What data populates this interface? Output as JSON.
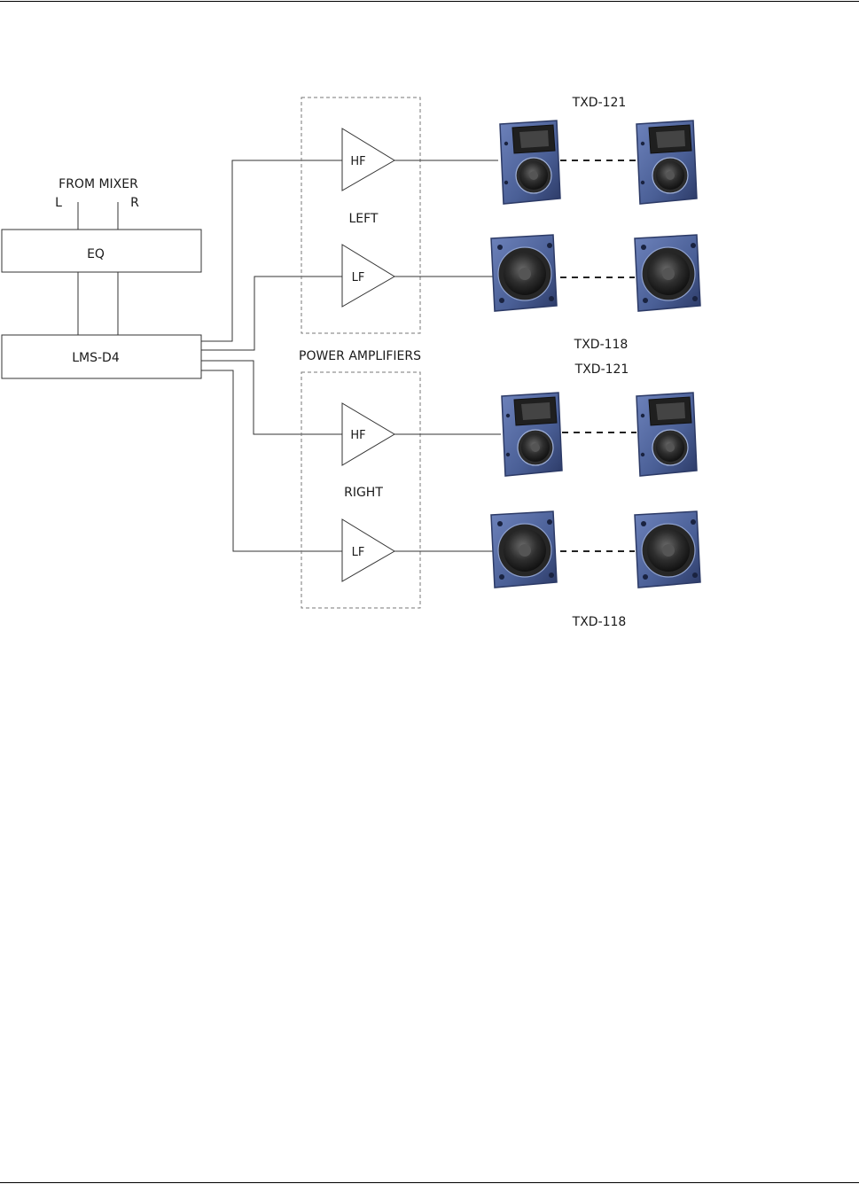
{
  "mixer": {
    "title": "FROM MIXER",
    "left": "L",
    "right": "R"
  },
  "eq": {
    "label": "EQ"
  },
  "processor": {
    "label": "LMS-D4"
  },
  "amplifiers": {
    "title": "POWER AMPLIFIERS",
    "left_group": "LEFT",
    "right_group": "RIGHT",
    "hf": "HF",
    "lf": "LF"
  },
  "speakers": {
    "left_top": "TXD-121",
    "left_bottom": "TXD-118",
    "right_top": "TXD-121",
    "right_bottom": "TXD-118"
  },
  "colors": {
    "cabinet": "#4a5f96",
    "cabinet_edge": "#2c3a66",
    "grille": "#2a2a2a",
    "woofer": "#1e1e1e"
  }
}
